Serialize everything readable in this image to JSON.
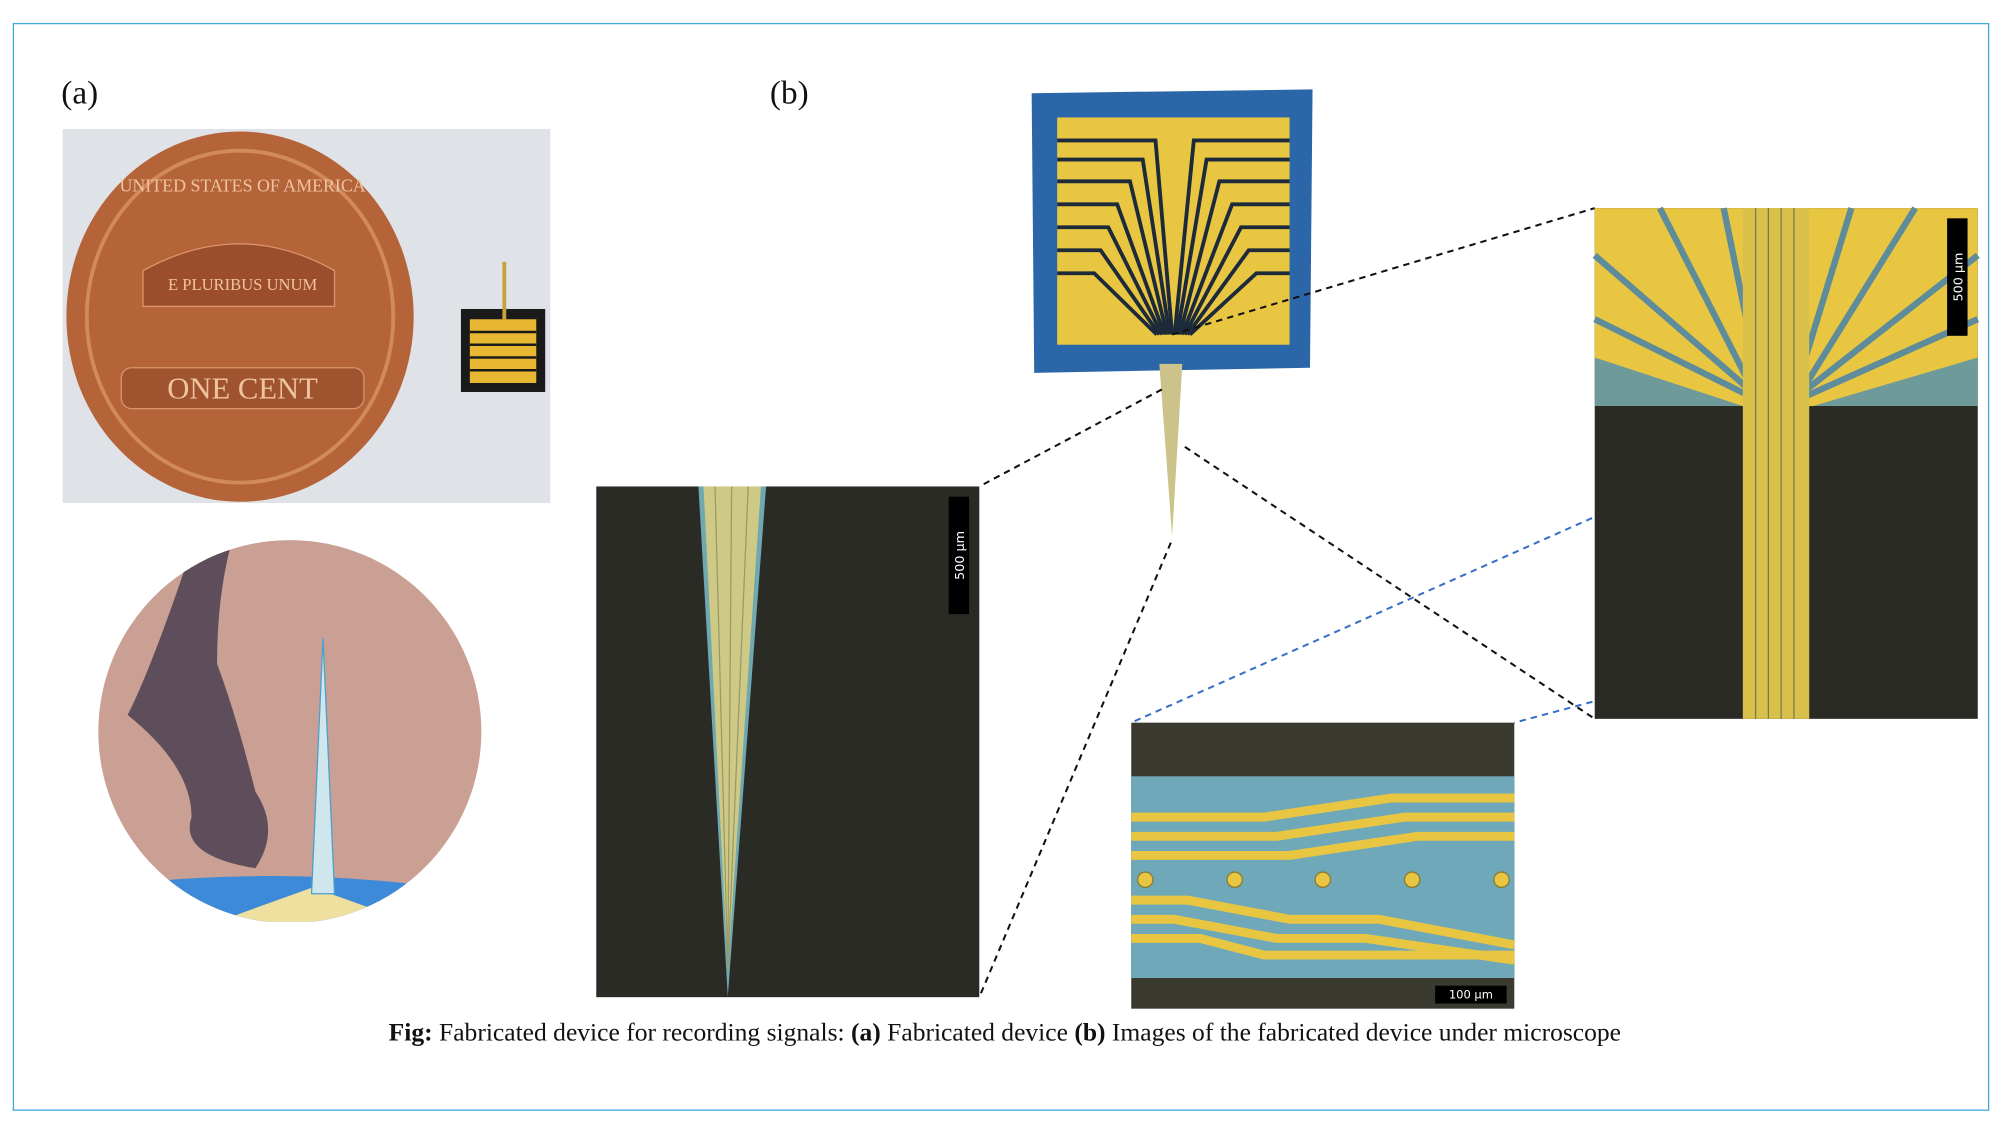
{
  "figure": {
    "panel_a_label": "(a)",
    "panel_b_label": "(b)",
    "penny_text": [
      "UNITED STATES OF AMERICA",
      "E PLURIBUS UNUM",
      "ONE CENT"
    ],
    "scalebar_left": "500 µm",
    "scalebar_right": "500 µm",
    "scalebar_bottom": "100 µm",
    "caption": {
      "prefix": "Fig:",
      "text1": " Fabricated device for recording signals: ",
      "a": "(a)",
      "text2": " Fabricated device ",
      "b": "(b)",
      "text3": " Images of the fabricated device under microscope"
    }
  },
  "colors": {
    "frame": "#3fa9d6",
    "gold": "#e8c642",
    "substrate": "#2a66a8"
  }
}
